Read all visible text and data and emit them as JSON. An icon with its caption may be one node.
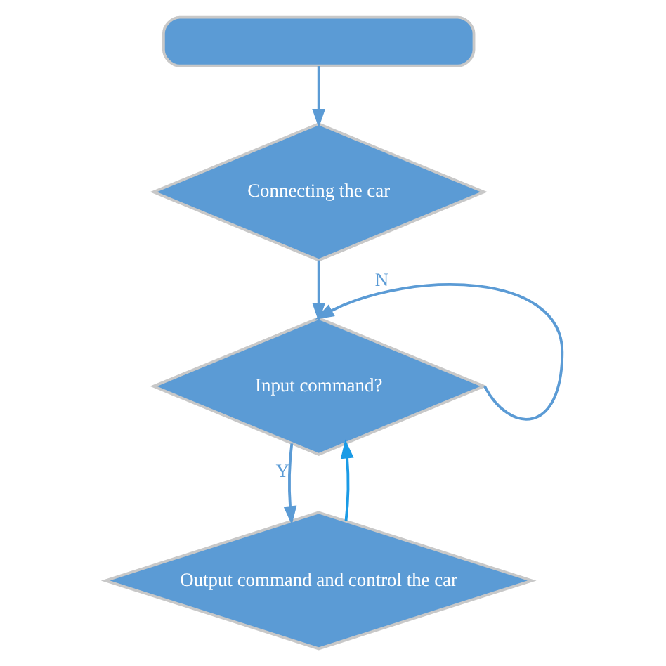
{
  "diagram": {
    "nodes": [
      {
        "text": [],
        "shape": "box"
      },
      {
        "text": [
          "Connecting the car"
        ]
      },
      {
        "text": [
          "Input command?"
        ]
      },
      {
        "text": [
          "Output command and control the car"
        ]
      }
    ],
    "edges": [
      {
        "from": 0,
        "to": 1,
        "arrow": "to"
      },
      {
        "from": 1,
        "to": 2,
        "arrow": "to"
      },
      {
        "from": 2,
        "to": 2,
        "arrow": "to",
        "label": "N"
      },
      {
        "from": 2,
        "to": 3,
        "arrow": "to",
        "label": "Y"
      },
      {
        "from": 3,
        "to": 2,
        "arrow": "to",
        "color": "#1a9be6"
      }
    ]
  }
}
